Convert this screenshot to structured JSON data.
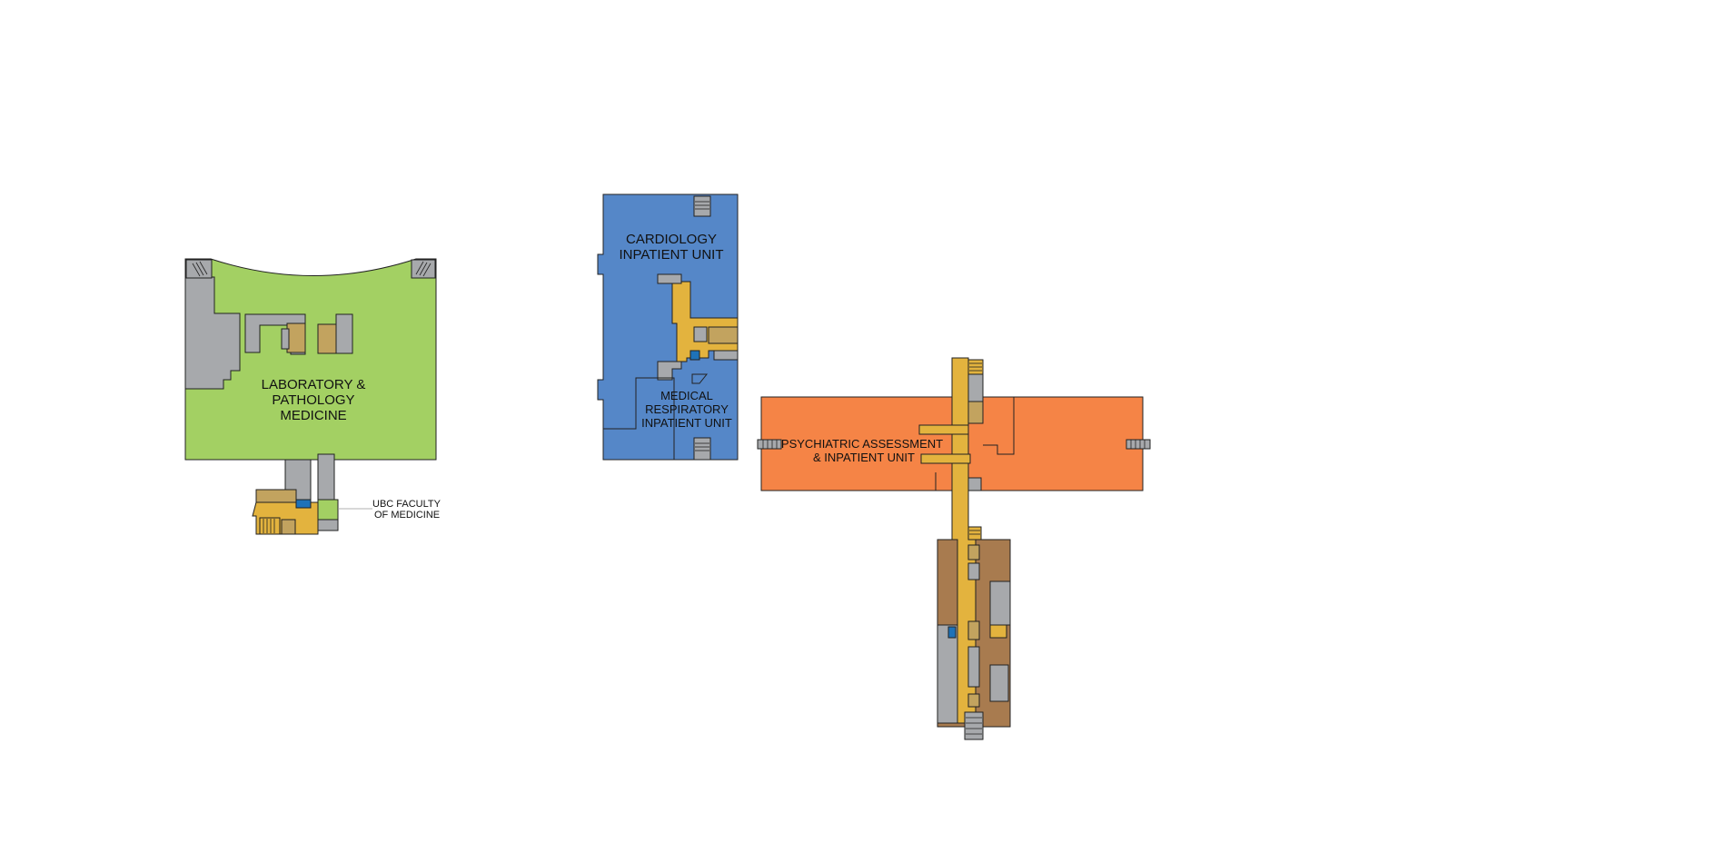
{
  "colors": {
    "lab": "#A3D063",
    "cardio": "#5587C8",
    "psych": "#F58446",
    "circulation": "#E3B33E",
    "service": "#A7A9AC",
    "support": "#A87B4F",
    "support_light": "#C2A35F",
    "accent_blue": "#1E72B8"
  },
  "units": {
    "lab": {
      "line1": "LABORATORY &",
      "line2": "PATHOLOGY",
      "line3": "MEDICINE"
    },
    "ubc": {
      "line1": "UBC FACULTY",
      "line2": "OF MEDICINE"
    },
    "cardio": {
      "line1": "CARDIOLOGY",
      "line2": "INPATIENT UNIT"
    },
    "medresp": {
      "line1": "MEDICAL",
      "line2": "RESPIRATORY",
      "line3": "INPATIENT UNIT"
    },
    "psych": {
      "line1": "PSYCHIATRIC ASSESSMENT",
      "line2": "& INPATIENT UNIT"
    }
  }
}
